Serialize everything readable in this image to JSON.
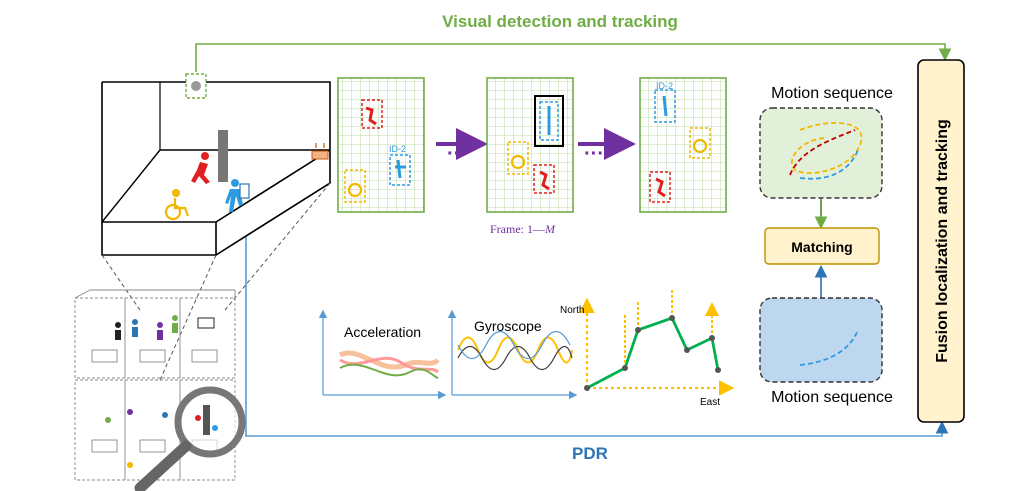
{
  "title": "Visual detection and tracking",
  "pdr_label": "PDR",
  "fusion_label": "Fusion localization and tracking",
  "matching_label": "Matching",
  "motion_sequence_top": "Motion sequence",
  "motion_sequence_bottom": "Motion sequence",
  "frames": {
    "id_label": "ID-2",
    "caption_prefix": "Frame: 1—",
    "caption_var": "M",
    "ellipsis": "···"
  },
  "sensors": {
    "acceleration": "Acceleration",
    "gyroscope": "Gyroscope",
    "north": "North",
    "east": "East"
  },
  "colors": {
    "green": "#70ad47",
    "blue": "#2e75b6",
    "purple": "#7030a0",
    "yellow_box": "#fff2cc",
    "yellow_border": "#bf9000"
  }
}
